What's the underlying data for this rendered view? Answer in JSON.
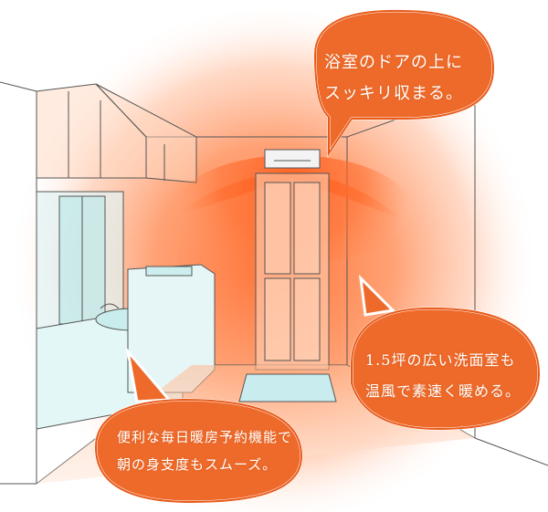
{
  "colors": {
    "bubble_fill": "#ee6a2a",
    "bubble_stroke": "#ffffff",
    "glow": "#ff7a3c",
    "line": "#555555"
  },
  "callouts": [
    {
      "id": "top",
      "lines": [
        "浴室のドアの上に",
        "スッキリ収まる。"
      ]
    },
    {
      "id": "right",
      "lines": [
        "1.5坪の広い洗面室も",
        "温風で素速く暖める。"
      ]
    },
    {
      "id": "bottom",
      "lines": [
        "便利な毎日暖房予約機能で",
        "朝の身支度もスムーズ。"
      ]
    }
  ]
}
